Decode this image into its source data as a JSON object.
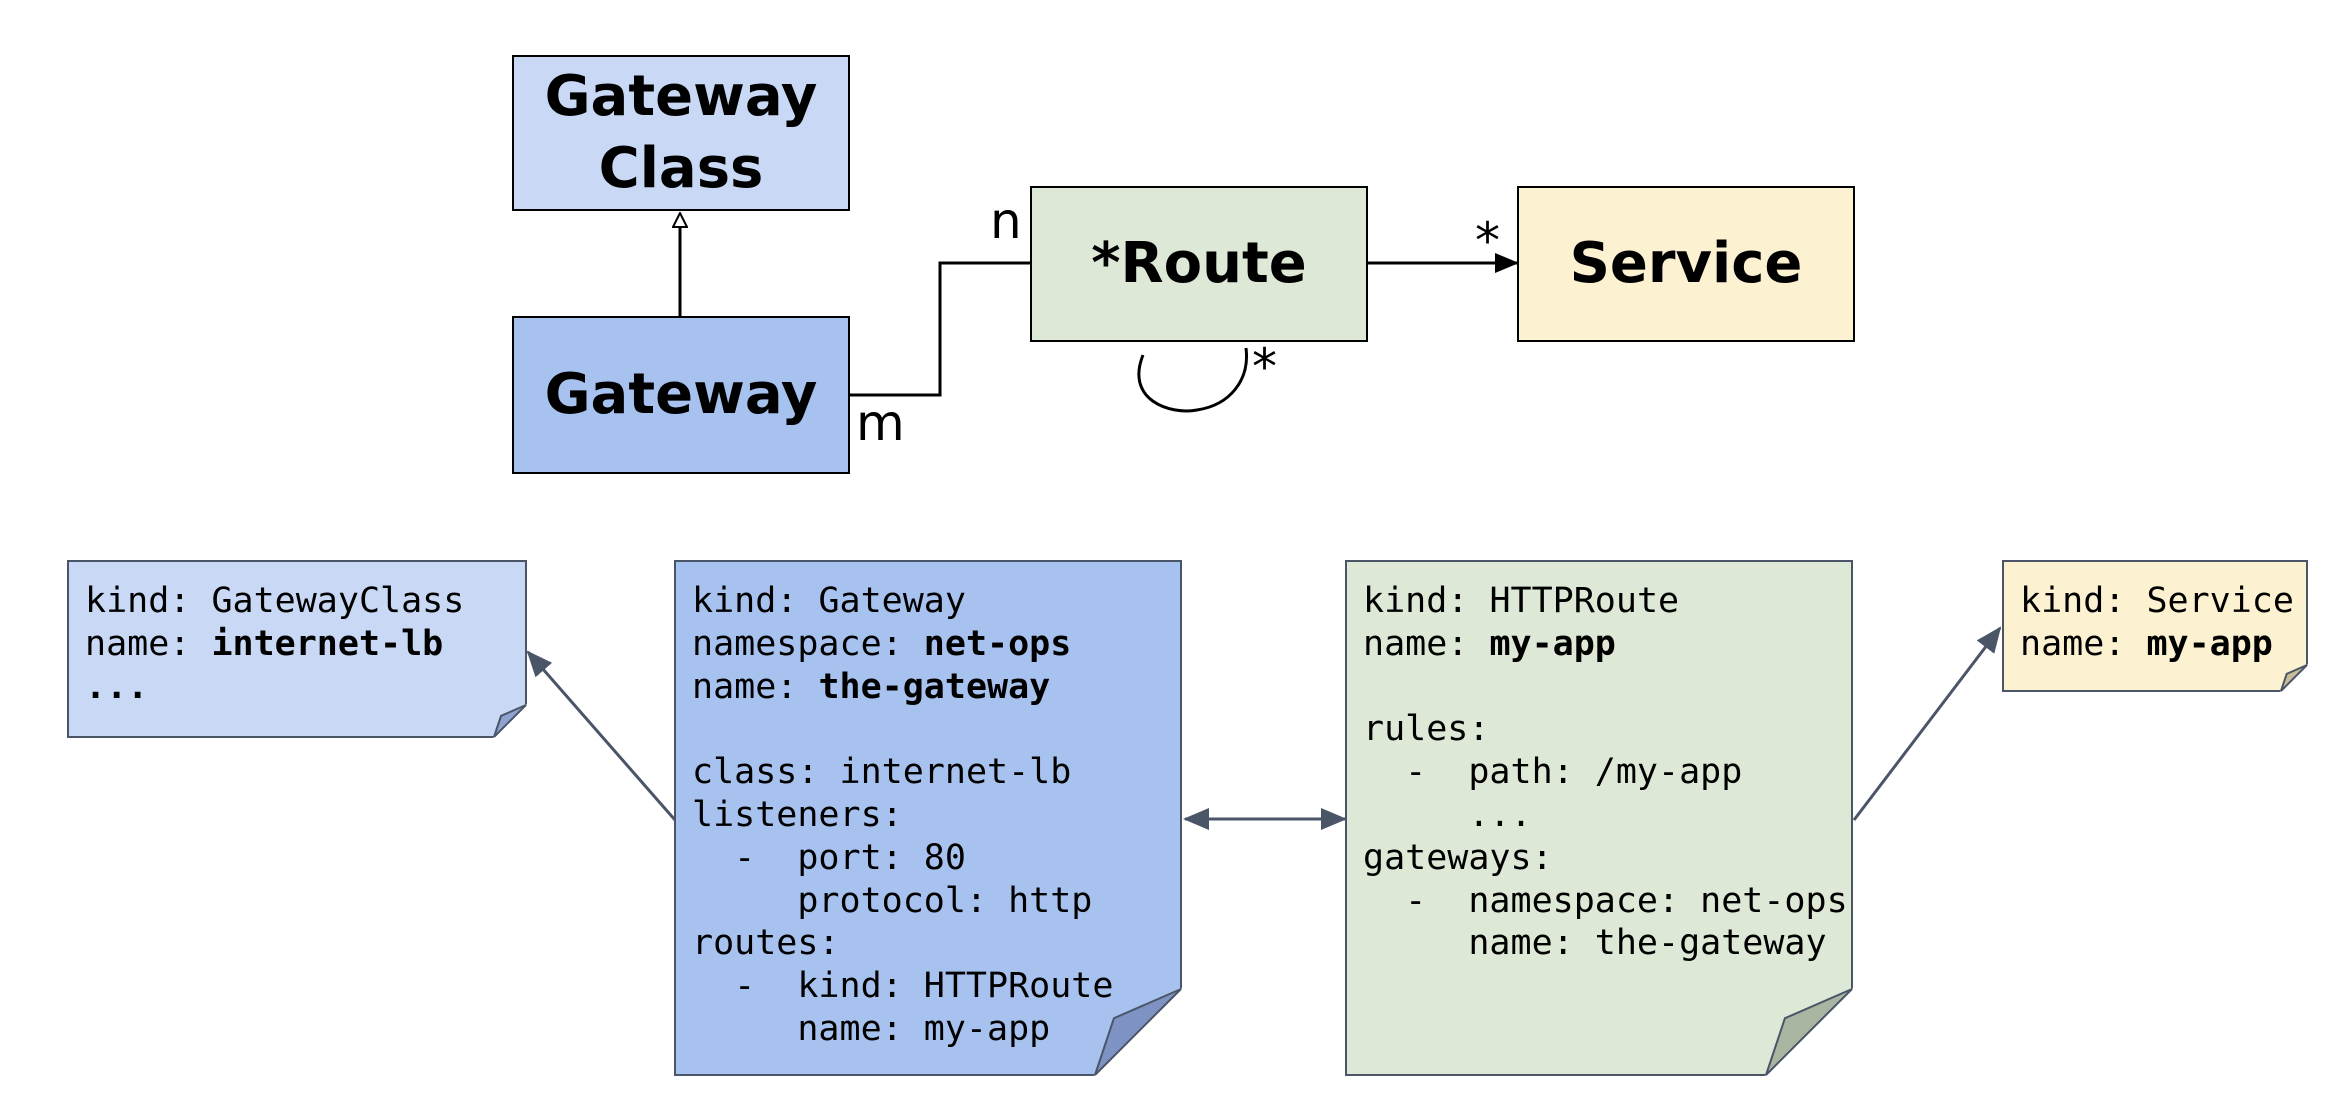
{
  "colors": {
    "gateway_class": "#c9d9f5",
    "gateway": "#a8c2ef",
    "route": "#dde8d6",
    "service": "#fcf1d0",
    "connector": "#4a5568"
  },
  "diagram": {
    "gateway_class": "Gateway\nClass",
    "gateway": "Gateway",
    "route": "*Route",
    "service": "Service",
    "mult_n": "n",
    "mult_m": "m",
    "mult_service": "*",
    "mult_self": "*"
  },
  "notes": {
    "gatewayclass": {
      "lines": [
        {
          "k": "kind: ",
          "v": "GatewayClass",
          "b": false
        },
        {
          "k": "name: ",
          "v": "internet-lb",
          "b": true
        },
        {
          "k": "",
          "v": "...",
          "b": true
        }
      ]
    },
    "gateway": {
      "lines": [
        {
          "k": "kind: ",
          "v": "Gateway",
          "b": false
        },
        {
          "k": "namespace: ",
          "v": "net-ops",
          "b": true
        },
        {
          "k": "name: ",
          "v": "the-gateway",
          "b": true
        },
        {
          "k": "",
          "v": "",
          "b": false
        },
        {
          "k": "class: ",
          "v": "internet-lb",
          "b": false
        },
        {
          "k": "listeners:",
          "v": "",
          "b": false
        },
        {
          "k": "  -  ",
          "v": "port: 80",
          "b": false
        },
        {
          "k": "     ",
          "v": "protocol: http",
          "b": false
        },
        {
          "k": "routes:",
          "v": "",
          "b": false
        },
        {
          "k": "  -  ",
          "v": "kind: HTTPRoute",
          "b": false
        },
        {
          "k": "     ",
          "v": "name: my-app",
          "b": false
        }
      ]
    },
    "httproute": {
      "lines": [
        {
          "k": "kind: ",
          "v": "HTTPRoute",
          "b": false
        },
        {
          "k": "name: ",
          "v": "my-app",
          "b": true
        },
        {
          "k": "",
          "v": "",
          "b": false
        },
        {
          "k": "rules:",
          "v": "",
          "b": false
        },
        {
          "k": "  -  ",
          "v": "path: /my-app",
          "b": false
        },
        {
          "k": "     ",
          "v": "...",
          "b": false
        },
        {
          "k": "gateways:",
          "v": "",
          "b": false
        },
        {
          "k": "  -  ",
          "v": "namespace: net-ops",
          "b": false
        },
        {
          "k": "     ",
          "v": "name: the-gateway",
          "b": false
        }
      ]
    },
    "service": {
      "lines": [
        {
          "k": "kind: ",
          "v": "Service",
          "b": false
        },
        {
          "k": "name: ",
          "v": "my-app",
          "b": true
        }
      ]
    }
  }
}
